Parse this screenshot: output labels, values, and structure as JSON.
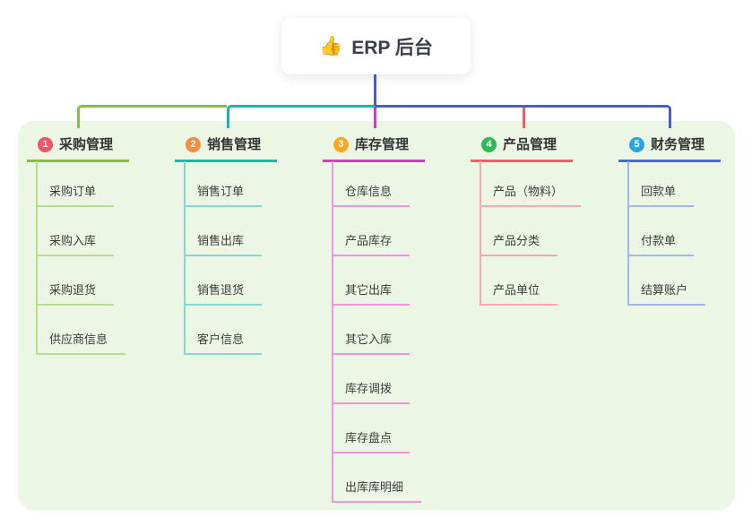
{
  "root": {
    "icon": "👍",
    "title": "ERP 后台"
  },
  "branches": [
    {
      "num": "1",
      "title": "采购管理",
      "accent": "#88bf42",
      "badge_color": "#f4516c",
      "children": [
        "采购订单",
        "采购入库",
        "采购退货",
        "供应商信息"
      ]
    },
    {
      "num": "2",
      "title": "销售管理",
      "accent": "#17b8ac",
      "badge_color": "#fb8b41",
      "children": [
        "销售订单",
        "销售出库",
        "销售退货",
        "客户信息"
      ]
    },
    {
      "num": "3",
      "title": "库存管理",
      "accent": "#cf3cbd",
      "badge_color": "#f7a823",
      "children": [
        "仓库信息",
        "产品库存",
        "其它出库",
        "其它入库",
        "库存调拨",
        "库存盘点",
        "出库库明细"
      ]
    },
    {
      "num": "4",
      "title": "产品管理",
      "accent": "#f45c6c",
      "badge_color": "#2fb956",
      "children": [
        "产品（物料）",
        "产品分类",
        "产品单位"
      ]
    },
    {
      "num": "5",
      "title": "财务管理",
      "accent": "#4e68d0",
      "badge_color": "#29a6e0",
      "children": [
        "回款单",
        "付款单",
        "结算账户"
      ]
    }
  ],
  "colors": {
    "canvas_bg": "#ffffff",
    "panel_bg": "#ebf7e4",
    "root_connector": "#4c5ad0",
    "title_text": "#333333"
  }
}
